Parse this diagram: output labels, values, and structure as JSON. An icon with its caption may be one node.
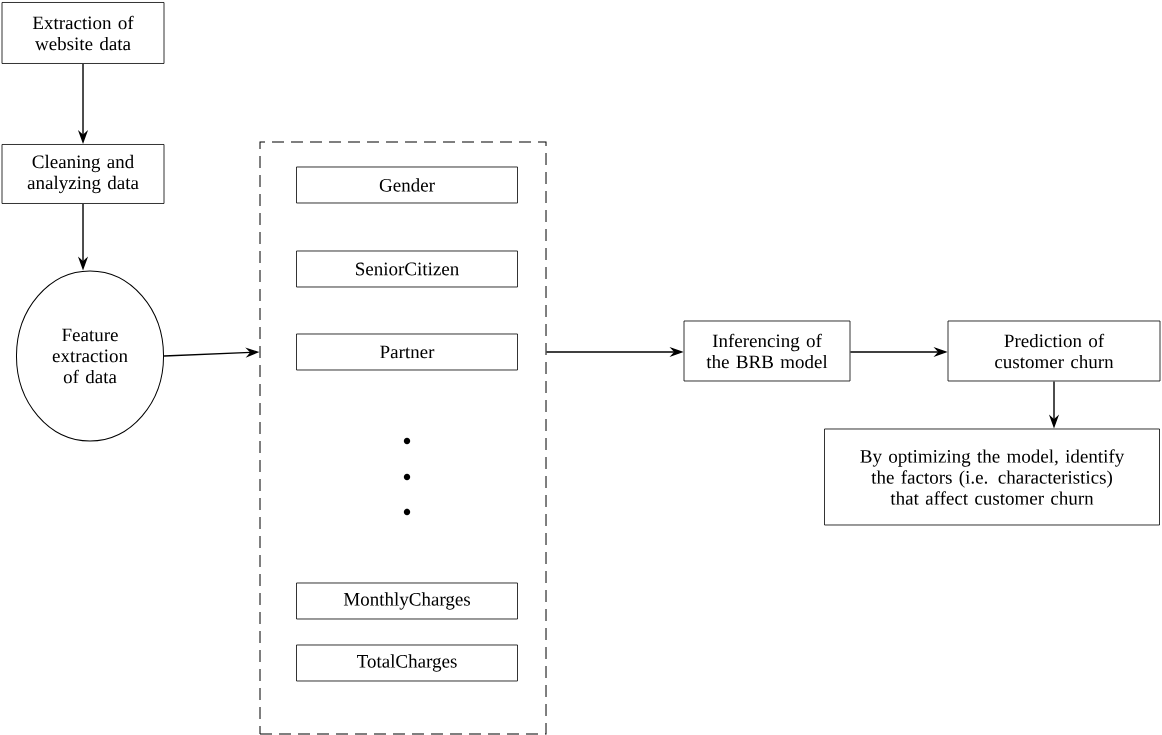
{
  "diagram": {
    "nodes": [
      {
        "text": [
          "Extraction of website data"
        ]
      },
      {
        "text": [
          "Cleaning and analyzing data"
        ]
      },
      {
        "text": [
          "Feature extraction of data"
        ]
      },
      {
        "text": [],
        "shape": "box"
      },
      {
        "text": [
          "Gender"
        ],
        "in": 3
      },
      {
        "text": [
          "SeniorCitizen"
        ],
        "in": 3
      },
      {
        "text": [
          "Partner"
        ],
        "in": 3
      },
      {
        "text": [
          "MonthlyCharges"
        ],
        "in": 3
      },
      {
        "text": [
          "TotalCharges"
        ],
        "in": 3
      },
      {
        "text": [
          "Inferencing of the BRB model"
        ]
      },
      {
        "text": [
          "Prediction of customer churn"
        ]
      },
      {
        "text": [
          "By optimizing the model, identify the factors (i.e. characteristics) that affect customer churn"
        ]
      }
    ],
    "edges": [
      {
        "from": 0,
        "to": 1,
        "arrow": "to"
      },
      {
        "from": 1,
        "to": 2,
        "arrow": "to"
      },
      {
        "from": 2,
        "to": 3,
        "arrow": "to"
      },
      {
        "from": 3,
        "to": 9,
        "arrow": "to"
      },
      {
        "from": 9,
        "to": 10,
        "arrow": "to"
      },
      {
        "from": 10,
        "to": 11,
        "arrow": "to"
      }
    ]
  }
}
